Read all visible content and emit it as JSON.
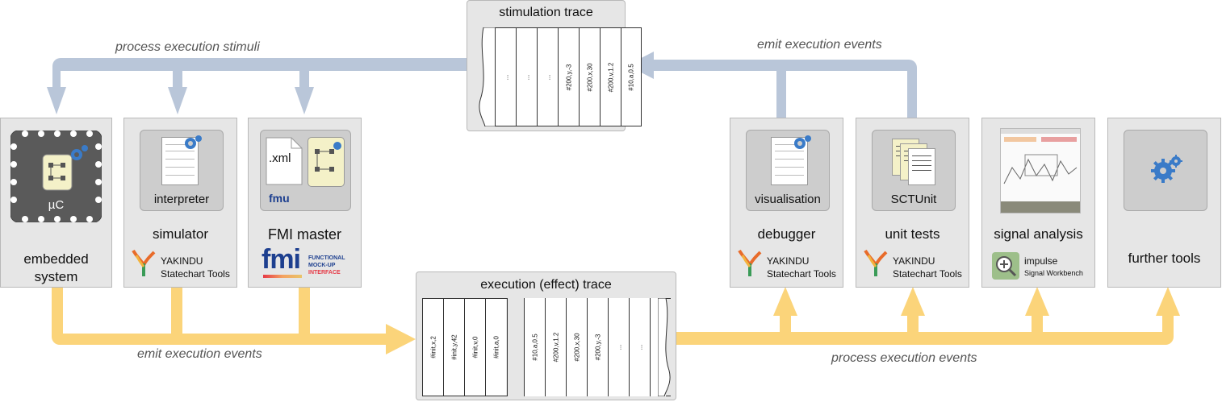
{
  "stimulation_trace": {
    "title": "stimulation trace",
    "cells": [
      "...",
      "...",
      "...",
      "#200,y,-3",
      "#200,x,30",
      "#200,v,1.2",
      "#10,a,0.5"
    ]
  },
  "execution_trace": {
    "title": "execution (effect) trace",
    "cells_left": [
      "#init,x,2",
      "#init,y,42",
      "#init,v,0",
      "#init,a,0"
    ],
    "cells_right": [
      "#10,a,0.5",
      "#200,v,1.2",
      "#200,x,30",
      "#200,y,-3",
      "...",
      "...",
      "..."
    ]
  },
  "flows": {
    "process_stimuli": "process execution stimuli",
    "emit_top": "emit execution events",
    "emit_bottom": "emit execution events",
    "process_events": "process execution events"
  },
  "tools": {
    "embedded": {
      "label": "embedded\nsystem",
      "chip": "µC"
    },
    "simulator": {
      "label": "simulator",
      "inner": "interpreter",
      "logo_line1": "YAKINDU",
      "logo_line2": "Statechart Tools"
    },
    "fmi": {
      "label": "FMI master",
      "xml": ".xml",
      "fmu": "fmu",
      "fmi_logo": "fmi",
      "fmi_sub1": "FUNCTIONAL",
      "fmi_sub2": "MOCK-UP",
      "fmi_sub3": "INTERFACE"
    },
    "debugger": {
      "label": "debugger",
      "inner": "visualisation",
      "logo_line1": "YAKINDU",
      "logo_line2": "Statechart Tools"
    },
    "unit_tests": {
      "label": "unit tests",
      "inner": "SCTUnit",
      "logo_line1": "YAKINDU",
      "logo_line2": "Statechart Tools"
    },
    "signal": {
      "label": "signal analysis",
      "logo_line1": "impulse",
      "logo_line2": "Signal Workbench"
    },
    "further": {
      "label": "further tools"
    }
  },
  "colors": {
    "stimuli_arrow": "#b9c6d9",
    "events_arrow": "#fbd47a",
    "box": "#e6e6e6"
  },
  "icons": [
    "gear-icon",
    "chip-icon",
    "statechart-icon",
    "document-icon",
    "yakindu-logo",
    "fmi-logo",
    "impulse-logo"
  ]
}
